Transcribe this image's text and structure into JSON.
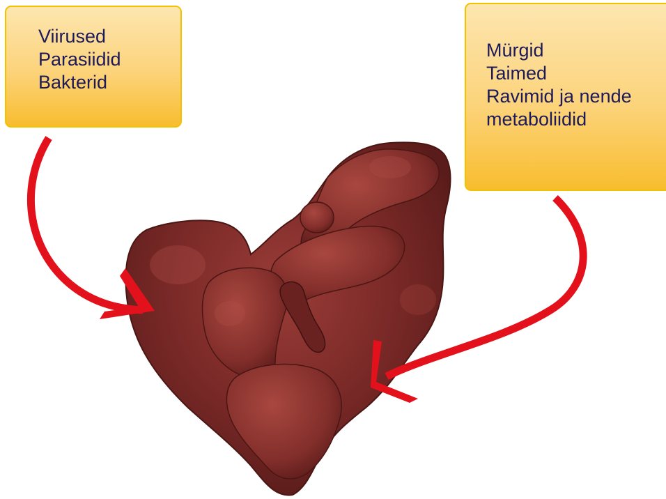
{
  "left_box": {
    "lines": [
      "Viirused",
      "Parasiidid",
      "Bakterid"
    ]
  },
  "right_box": {
    "lines": [
      "Mürgid",
      "Taimed",
      "Ravimid ja nende",
      "metaboliidid"
    ]
  },
  "colors": {
    "box_fill_top": "#fde6b0",
    "box_fill_bottom": "#f8bd2e",
    "box_border": "#f2c200",
    "text": "#1d1a5a",
    "arrow": "#e3111b",
    "liver": "#7b2a28",
    "liver_highlight": "#a3433f",
    "liver_shadow": "#4a1614"
  },
  "icons": {
    "illustration": "liver-illustration",
    "left_arrow": "curved-arrow-icon",
    "right_arrow": "curved-arrow-icon"
  }
}
